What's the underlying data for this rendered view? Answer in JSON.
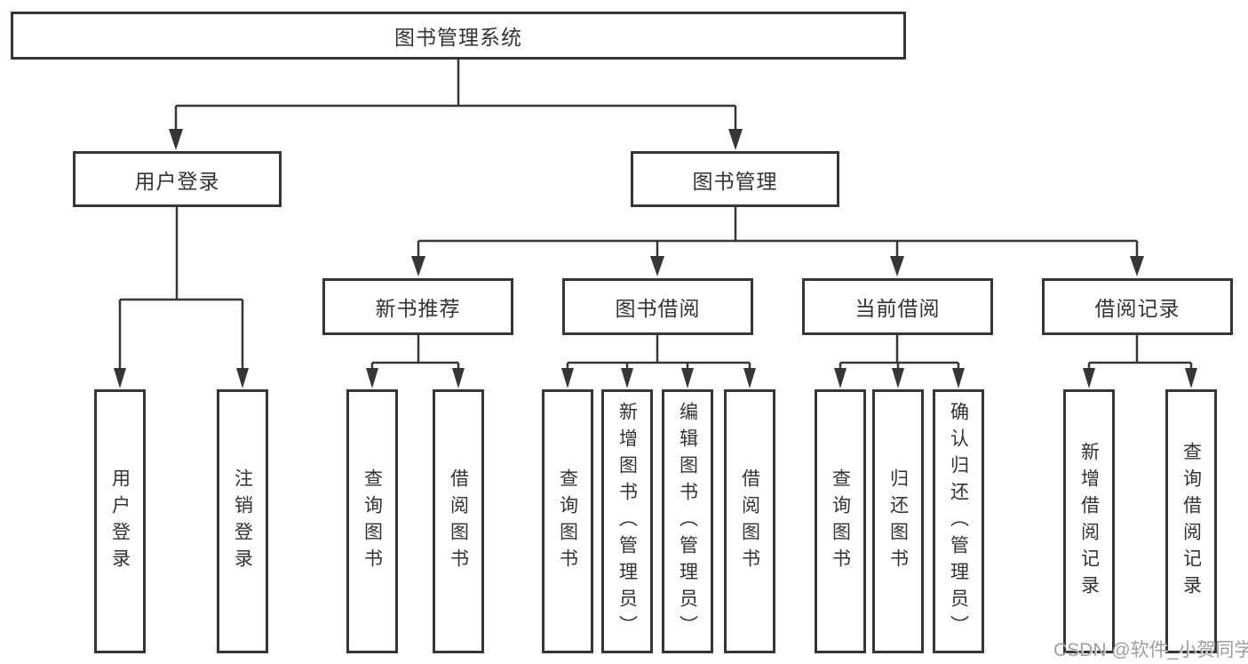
{
  "diagram_title": "图书管理系统",
  "tree": {
    "root": {
      "label": "图书管理系统"
    },
    "level2": [
      {
        "label": "用户登录"
      },
      {
        "label": "图书管理"
      }
    ],
    "level3": [
      {
        "label": "新书推荐",
        "parent": "图书管理"
      },
      {
        "label": "图书借阅",
        "parent": "图书管理"
      },
      {
        "label": "当前借阅",
        "parent": "图书管理"
      },
      {
        "label": "借阅记录",
        "parent": "图书管理"
      }
    ],
    "leaves": [
      {
        "label": "用户登录",
        "parent": "用户登录"
      },
      {
        "label": "注销登录",
        "parent": "用户登录"
      },
      {
        "label": "查询图书",
        "parent": "新书推荐"
      },
      {
        "label": "借阅图书",
        "parent": "新书推荐"
      },
      {
        "label": "查询图书",
        "parent": "图书借阅"
      },
      {
        "label": "新增图书（管理员）",
        "parent": "图书借阅"
      },
      {
        "label": "编辑图书（管理员）",
        "parent": "图书借阅"
      },
      {
        "label": "借阅图书",
        "parent": "图书借阅"
      },
      {
        "label": "查询图书",
        "parent": "当前借阅"
      },
      {
        "label": "归还图书",
        "parent": "当前借阅"
      },
      {
        "label": "确认归还（管理员）",
        "parent": "当前借阅"
      },
      {
        "label": "新增借阅记录",
        "parent": "借阅记录"
      },
      {
        "label": "查询借阅记录",
        "parent": "借阅记录"
      }
    ]
  },
  "watermark": {
    "text": "CSDN @软件_小贺同学"
  },
  "colors": {
    "line": "#363636",
    "box_border": "#363636",
    "text": "#333333",
    "background": "#ffffff",
    "watermark": "#9e9e9e"
  }
}
